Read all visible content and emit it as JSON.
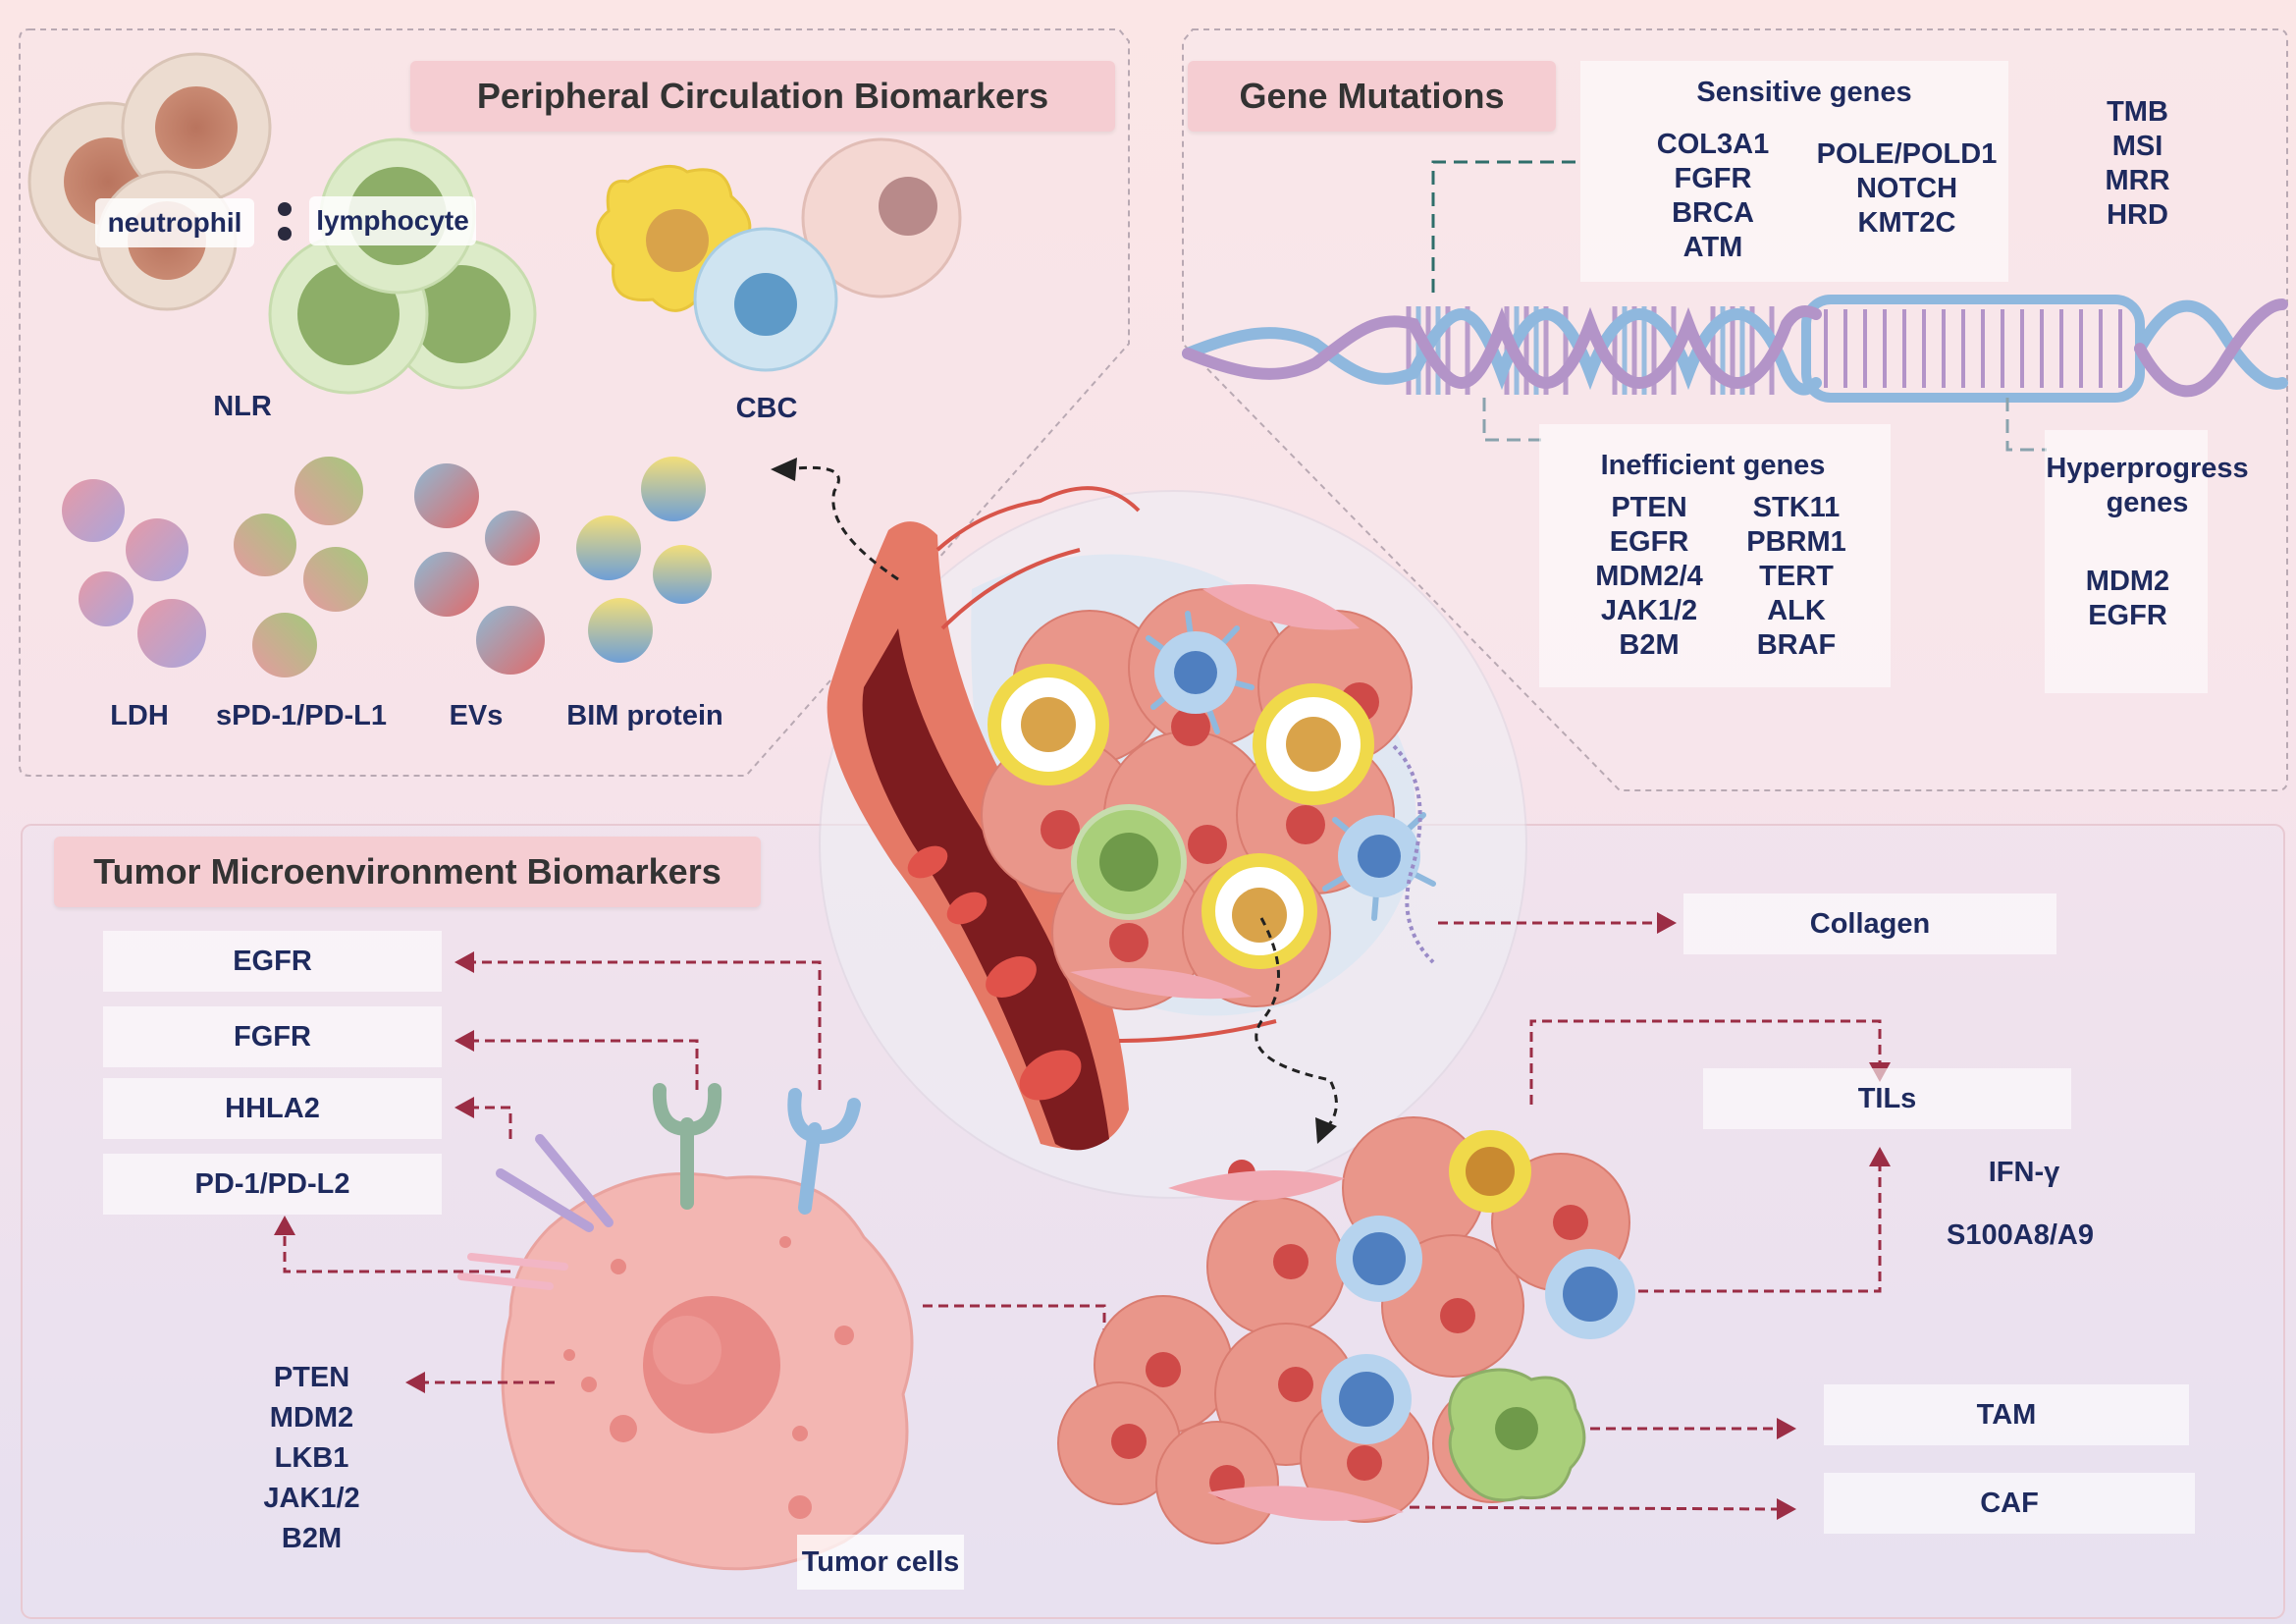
{
  "peripheral": {
    "title": "Peripheral Circulation Biomarkers",
    "neutrophil": "neutrophil",
    "lymphocyte": "lymphocyte",
    "nlr": "NLR",
    "cbc": "CBC",
    "ldh": "LDH",
    "spd1": "sPD-1/PD-L1",
    "evs": "EVs",
    "bim": "BIM protein"
  },
  "gene": {
    "title": "Gene Mutations",
    "sensitive_title": "Sensitive genes",
    "sensitive_col1": [
      "COL3A1",
      "FGFR",
      "BRCA",
      "ATM"
    ],
    "sensitive_col2": [
      "POLE/POLD1",
      "NOTCH",
      "KMT2C"
    ],
    "markers": [
      "TMB",
      "MSI",
      "MRR",
      "HRD"
    ],
    "inefficient_title": "Inefficient genes",
    "inefficient_col1": [
      "PTEN",
      "EGFR",
      "MDM2/4",
      "JAK1/2",
      "B2M"
    ],
    "inefficient_col2": [
      "STK11",
      "PBRM1",
      "TERT",
      "ALK",
      "BRAF"
    ],
    "hyper_title_1": "Hyperprogress",
    "hyper_title_2": "genes",
    "hyper_genes": [
      "MDM2",
      "EGFR"
    ]
  },
  "tme": {
    "title": "Tumor Microenvironment Biomarkers",
    "receptors": [
      "EGFR",
      "FGFR",
      "HHLA2",
      "PD-1/PD-L2"
    ],
    "tumor_genes": [
      "PTEN",
      "MDM2",
      "LKB1",
      "JAK1/2",
      "B2M"
    ],
    "tumor_cells": "Tumor cells",
    "collagen": "Collagen",
    "tils": "TILs",
    "ifn": "IFN-γ",
    "s100": "S100A8/A9",
    "tam": "TAM",
    "caf": "CAF"
  },
  "colors": {
    "title_bg": "#f5cdd2",
    "text": "#1e2a5e",
    "arrow": "#9b2d45",
    "dna_blue": "#8fb8de",
    "dna_purple": "#b394c8"
  }
}
